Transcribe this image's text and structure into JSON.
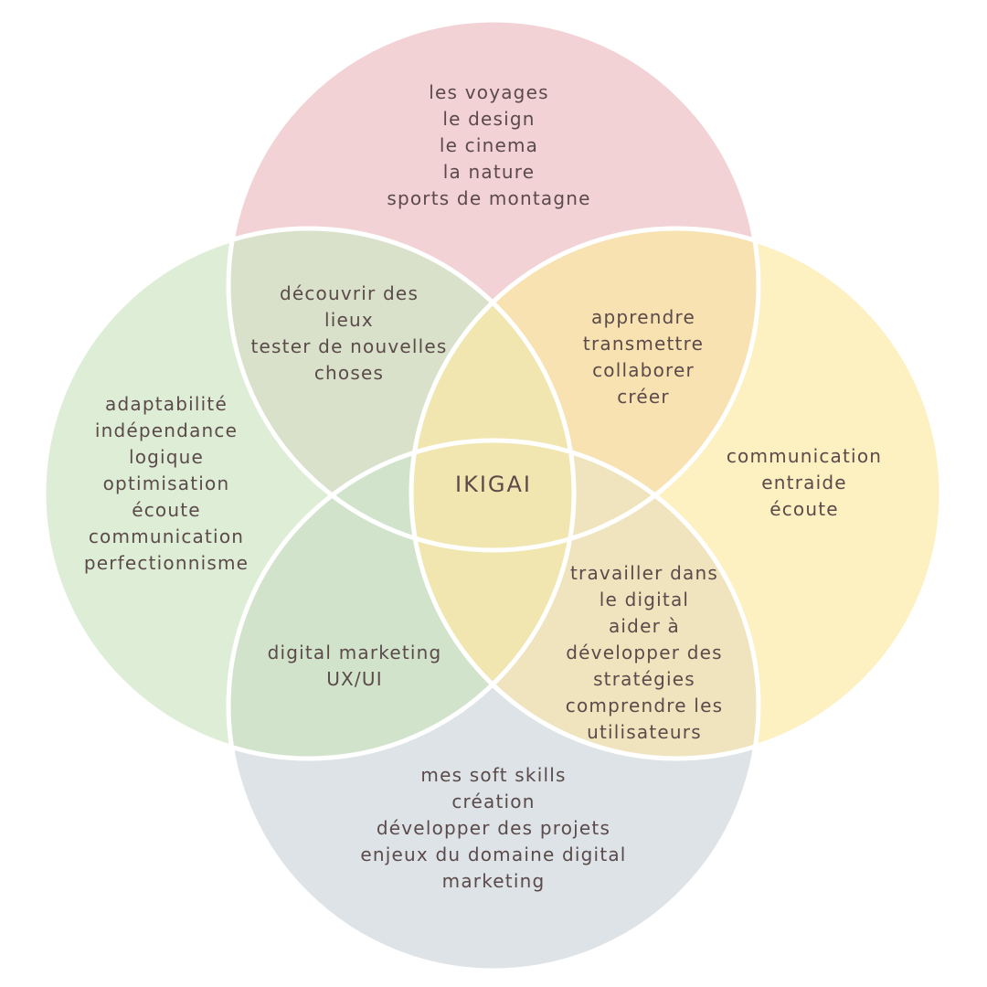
{
  "colors": {
    "top_circle": "#f3d2d6",
    "left_circle": "#deedd6",
    "right_circle": "#fdf0c1",
    "bottom_circle": "#dde3e6",
    "top_left_overlap": "#d9e1ca",
    "top_right_overlap": "#f8e2b2",
    "bottom_left_overlap": "#d1e3cb",
    "bottom_right_overlap": "#f0e4bf",
    "center_overlap": "#f1e6b0",
    "outline": "#ffffff",
    "text": "#5b4a4a"
  },
  "regions": {
    "top": [
      "les voyages",
      "le design",
      "le cinema",
      "la nature",
      "sports de montagne"
    ],
    "left": [
      "adaptabilité",
      "indépendance",
      "logique",
      "optimisation",
      "écoute",
      "communication",
      "perfectionnisme"
    ],
    "right": [
      "communication",
      "entraide",
      "écoute"
    ],
    "bottom": [
      "mes soft skills",
      "création",
      "développer des projets",
      "enjeux du domaine digital",
      "marketing"
    ],
    "top_left": [
      "découvrir des",
      "lieux",
      "tester de nouvelles",
      "choses"
    ],
    "top_right": [
      "apprendre",
      "transmettre",
      "collaborer",
      "créer"
    ],
    "bottom_left": [
      "digital marketing",
      "UX/UI"
    ],
    "bottom_right": [
      "travailler dans",
      "le digital",
      "aider à",
      "développer des",
      "stratégies",
      "comprendre les",
      "utilisateurs"
    ],
    "center": "IKIGAI"
  }
}
